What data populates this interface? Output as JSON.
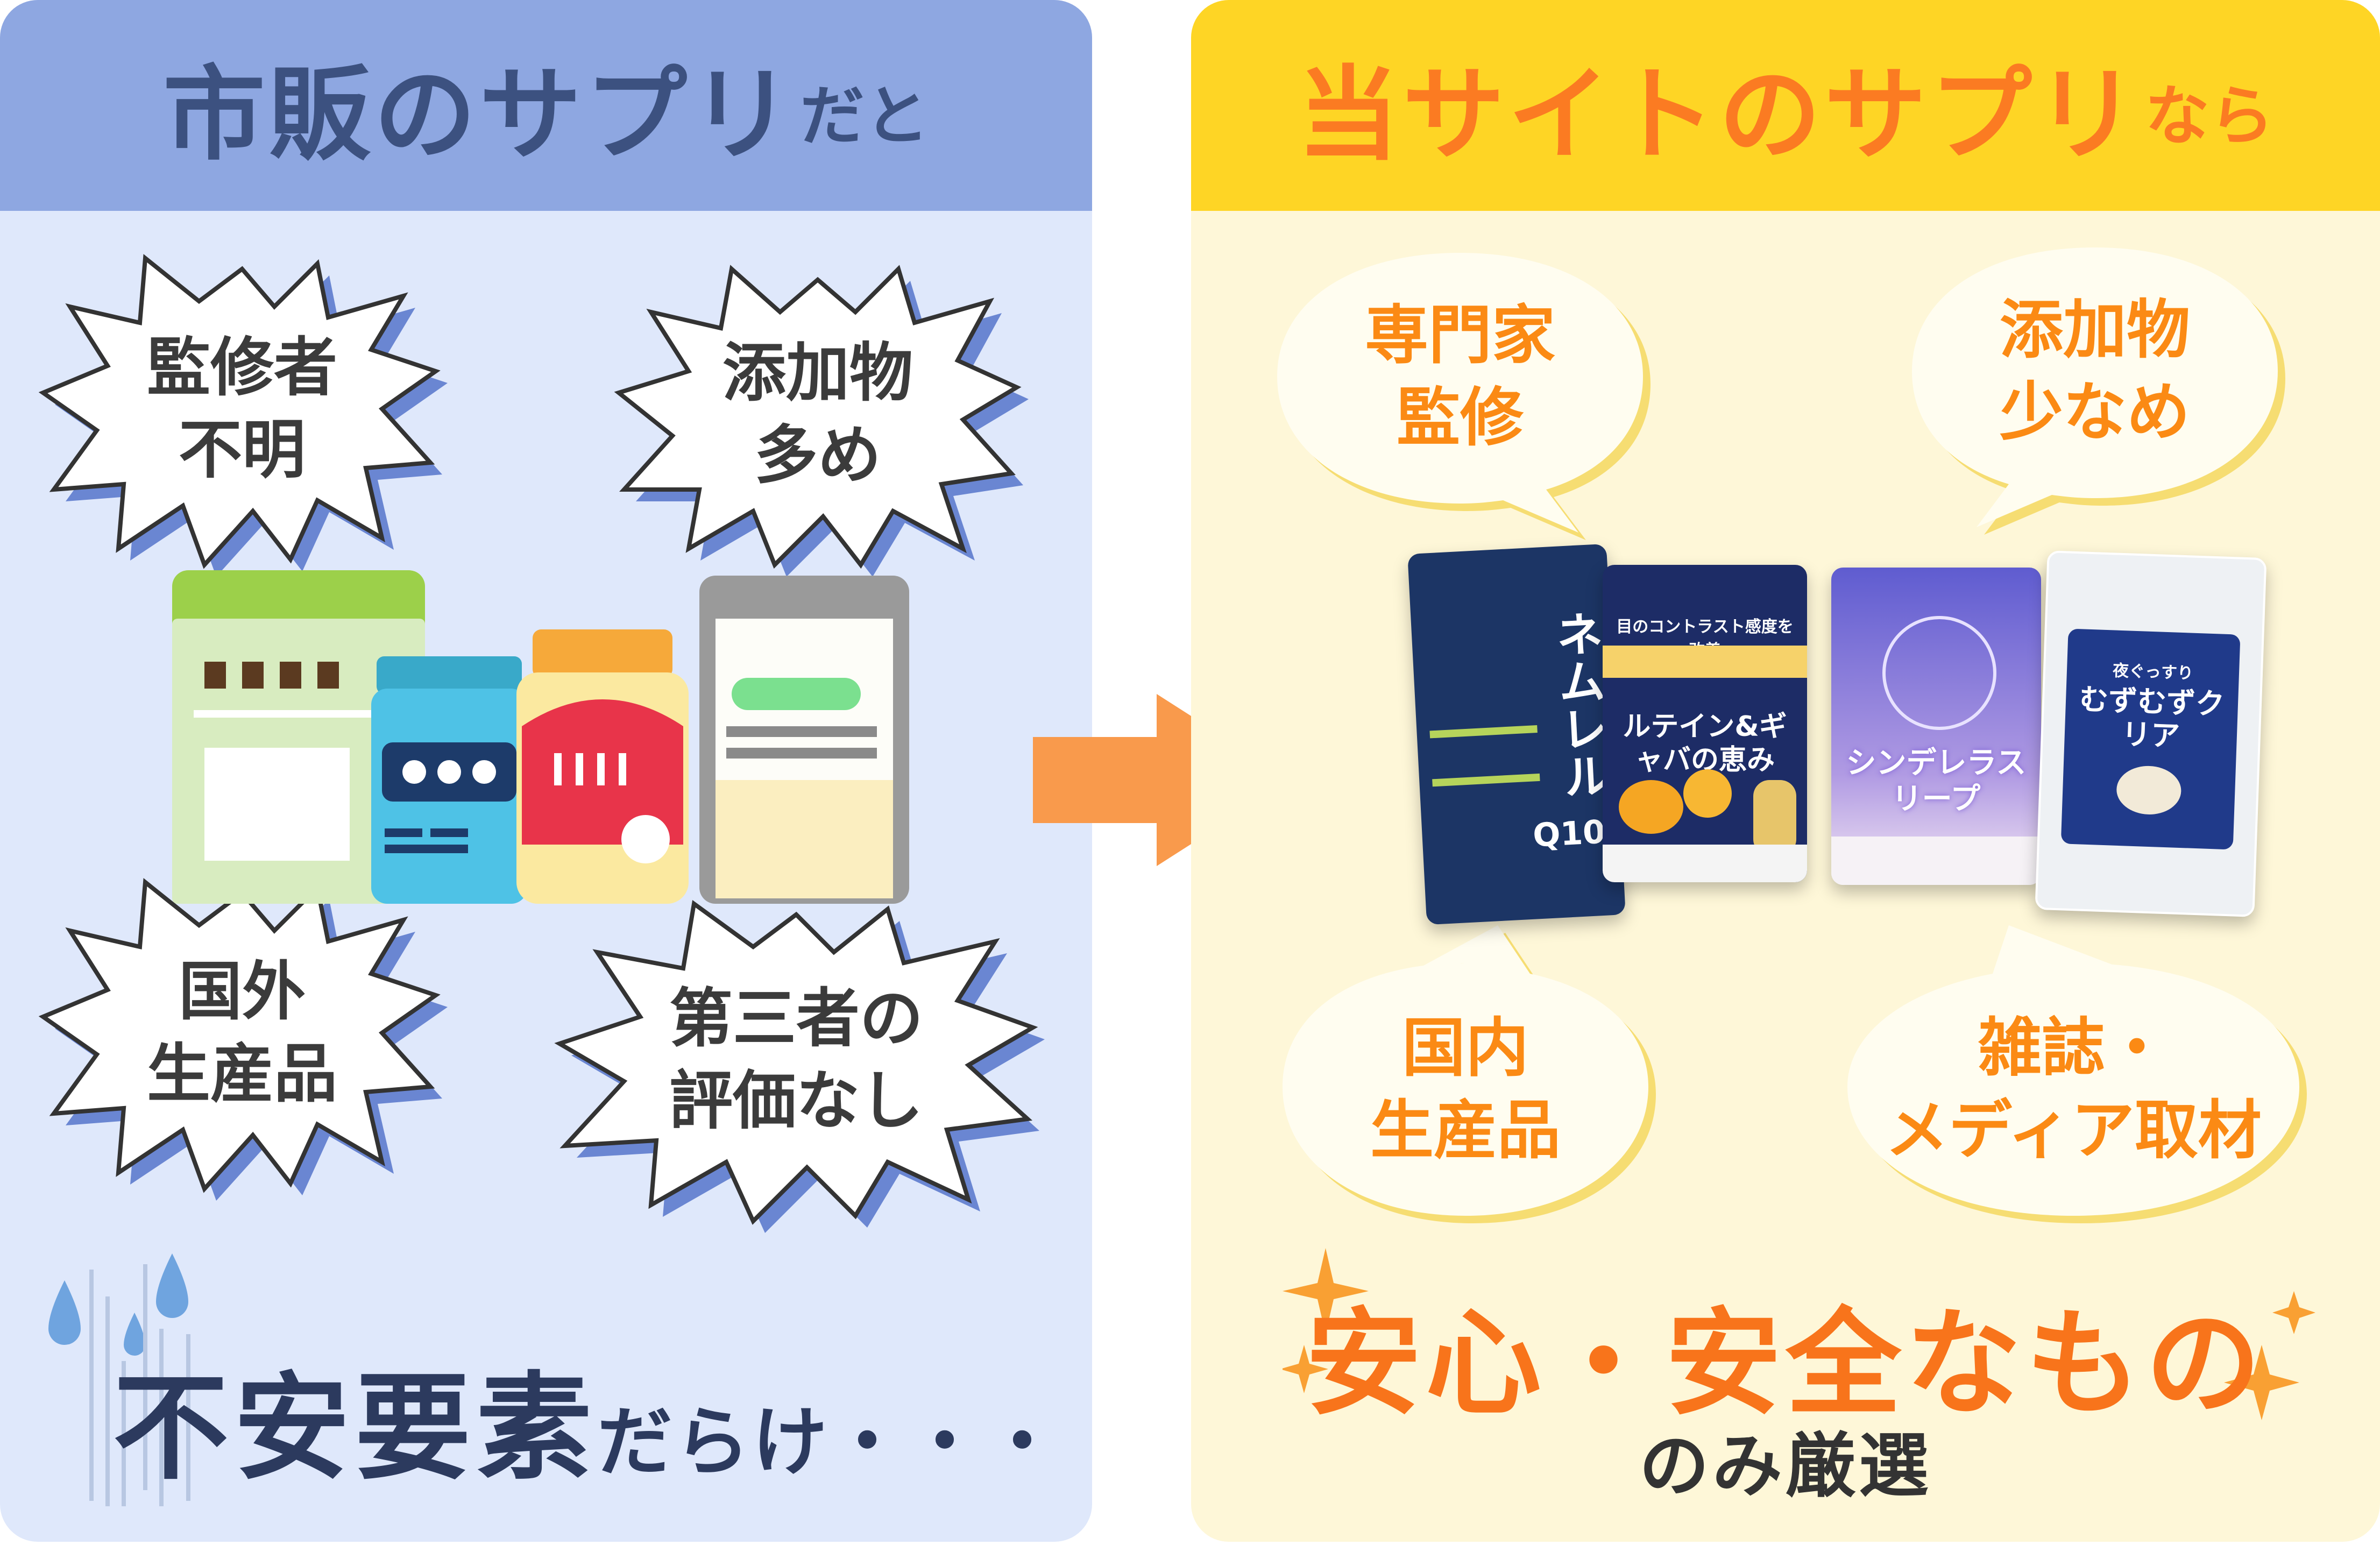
{
  "left": {
    "header_main": "市販のサプリ",
    "header_small": "だと",
    "burst_1": [
      "監修者",
      "不明"
    ],
    "burst_2": [
      "添加物",
      "多め"
    ],
    "burst_3": [
      "国外",
      "生産品"
    ],
    "burst_4": [
      "第三者の",
      "評価なし"
    ],
    "bottom_big": "不安要素",
    "bottom_small": "だらけ・・・",
    "colors": {
      "header": "#8ea7e1",
      "panel": "#dfe8fb",
      "text": "#3c5180"
    }
  },
  "right": {
    "header_main": "当サイトのサプリ",
    "header_small": "なら",
    "bubble_1": [
      "専門家",
      "監修"
    ],
    "bubble_2": [
      "添加物",
      "少なめ"
    ],
    "bubble_3": [
      "国内",
      "生産品"
    ],
    "bubble_4": [
      "雑誌・",
      "メディア取材"
    ],
    "main_text": "安心・安全なもの",
    "sub_text": "のみ厳選",
    "colors": {
      "header": "#fed525",
      "panel": "#fef7d8",
      "text": "#fb7b22"
    }
  },
  "products": [
    {
      "name": "ネムレル",
      "sub": "Q10",
      "color": "#1c3565"
    },
    {
      "name": "ルテイン&ギャバの恵み",
      "band": "目のコントラスト感度を改善",
      "color": "#1d2c66"
    },
    {
      "name": "シンデレラスリープ",
      "color": "#7a78d8"
    },
    {
      "name": "むずむずクリア",
      "sub": "夜ぐっすり",
      "color": "#203a8a"
    }
  ]
}
